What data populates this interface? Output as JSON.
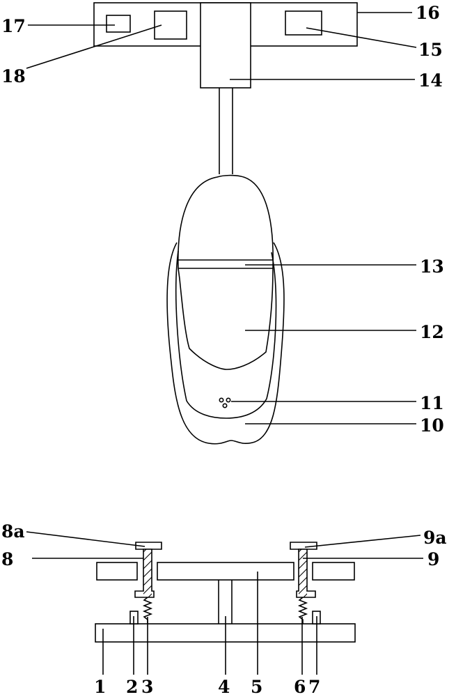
{
  "labels": {
    "l1": "1",
    "l2": "2",
    "l3": "3",
    "l4": "4",
    "l5": "5",
    "l6": "6",
    "l7": "7",
    "l8": "8",
    "l8a": "8a",
    "l9": "9",
    "l9a": "9a",
    "l10": "10",
    "l11": "11",
    "l12": "12",
    "l13": "13",
    "l14": "14",
    "l15": "15",
    "l16": "16",
    "l17": "17",
    "l18": "18"
  }
}
